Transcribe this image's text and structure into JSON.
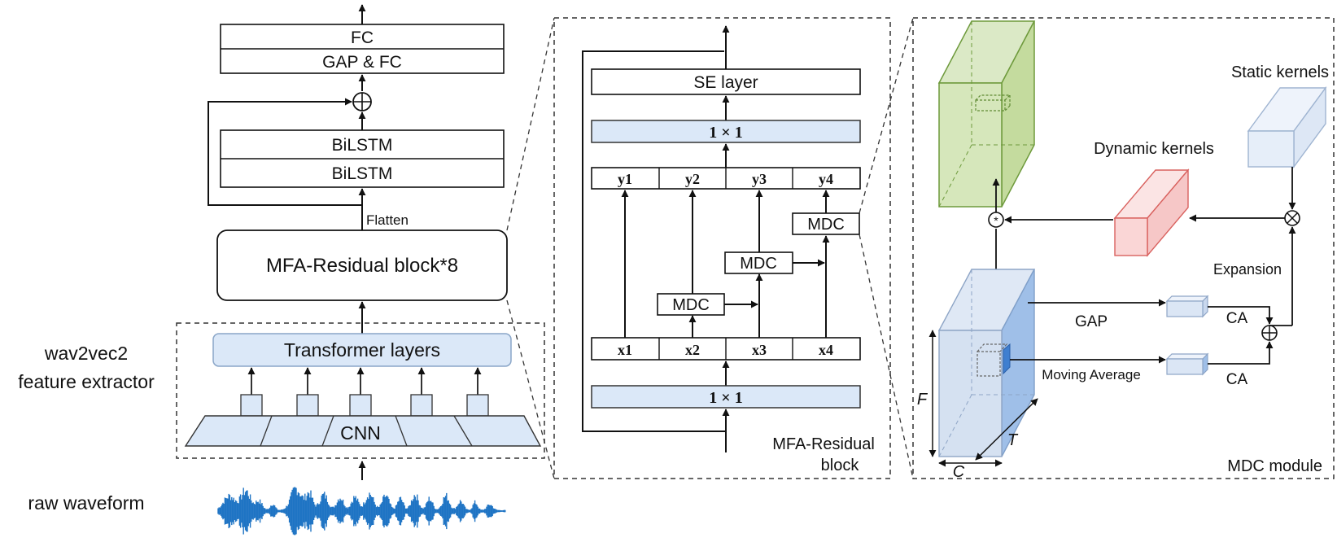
{
  "left": {
    "fc": "FC",
    "gap_fc": "GAP & FC",
    "bilstm_1": "BiLSTM",
    "bilstm_2": "BiLSTM",
    "flatten": "Flatten",
    "mfa_block": "MFA-Residual block*8",
    "transformer": "Transformer layers",
    "cnn": "CNN",
    "extractor_line1": "wav2vec2",
    "extractor_line2": "feature extractor",
    "raw_waveform": "raw waveform"
  },
  "middle": {
    "se_layer": "SE layer",
    "conv_top": "1 × 1",
    "conv_bottom": "1 × 1",
    "y": [
      "y1",
      "y2",
      "y3",
      "y4"
    ],
    "x": [
      "x1",
      "x2",
      "x3",
      "x4"
    ],
    "mdc": "MDC",
    "title_line1": "MFA-Residual",
    "title_line2": "block"
  },
  "right": {
    "static_kernels": "Static kernels",
    "dynamic_kernels": "Dynamic kernels",
    "expansion": "Expansion",
    "gap": "GAP",
    "ca": "CA",
    "moving_average": "Moving  Average",
    "dim_f": "F",
    "dim_t": "T",
    "dim_c": "C",
    "title": "MDC module"
  },
  "colors": {
    "light_blue": "#dbe8f8",
    "mid_blue": "#a9c6ec",
    "waveform": "#1f74c4",
    "green": "#c9dfa9",
    "red": "#f8d3d3",
    "stroke": "#1a1a1a"
  }
}
